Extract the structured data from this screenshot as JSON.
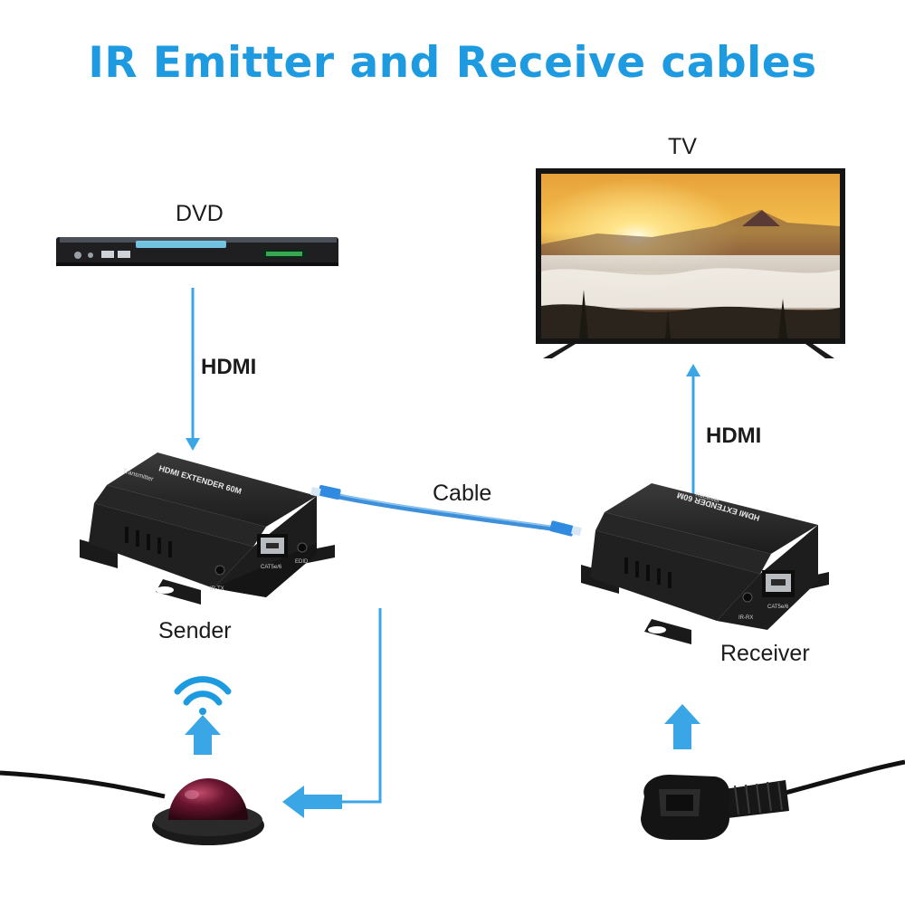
{
  "title": "IR Emitter and Receive cables",
  "labels": {
    "dvd": "DVD",
    "tv": "TV",
    "hdmi_left": "HDMI",
    "hdmi_right": "HDMI",
    "cable": "Cable",
    "sender": "Sender",
    "receiver": "Receiver"
  },
  "devices": {
    "sender": {
      "brand_label": "HDMI EXTENDER 60M",
      "role_label": "Transmitter",
      "port_ir": "IR-TX",
      "port_cat": "CAT5e/6",
      "port_edid": "EDID"
    },
    "receiver": {
      "brand_label": "HDMI EXTENDER 60M",
      "role_label": "Receiver",
      "port_ir": "IR-RX",
      "port_cat": "CAT5e/6"
    }
  },
  "colors": {
    "accent": "#1e9be0",
    "arrow": "#3aa6e6",
    "device_body": "#2a2a2a",
    "cable": "#3d8fd9"
  },
  "icons": {
    "wifi": "wireless-signal-icon",
    "up_arrow": "up-arrow-icon",
    "left_arrow": "left-arrow-icon"
  }
}
